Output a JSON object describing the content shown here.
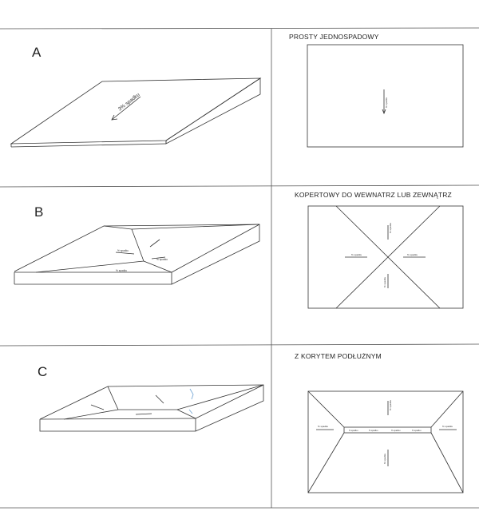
{
  "rows": [
    {
      "letter": "A",
      "title": "PROSTY  JEDNOSPADOWY",
      "arrow_label": "3% spadku",
      "plan_arrow_label": "% spadku"
    },
    {
      "letter": "B",
      "title": "KOPERTOWY DO WEWNATRZ  LUB ZEWNĄTRZ",
      "iso_labels": [
        "% spadku",
        "% spadku",
        "% spadku"
      ],
      "plan_labels": [
        "% spadku",
        "% spadku",
        "% spadku",
        "% spadku"
      ]
    },
    {
      "letter": "C",
      "title": "Z KORYTEM PODŁUŻNYM",
      "plan_labels": [
        "% spadku",
        "% spadku",
        "% spadku",
        "% spadku"
      ],
      "gutter_labels": [
        "% spadku",
        "% spadku",
        "% spadku",
        "% spadku"
      ]
    }
  ]
}
